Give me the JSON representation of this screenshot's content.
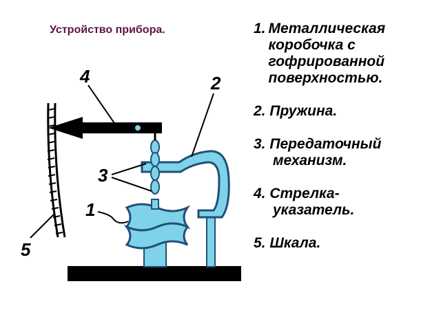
{
  "title": "Устройство прибора.",
  "diagram": {
    "callouts": {
      "box": "1",
      "spring": "2",
      "mechanism": "3",
      "pointer": "4",
      "scale": "5"
    },
    "colors": {
      "metal": "#7fd3e8",
      "outline": "#1f4f78",
      "ink": "#000000"
    }
  },
  "legend": {
    "item1": {
      "number": "1.",
      "lines": [
        "Металлическая",
        "коробочка с",
        "гофрированной",
        "поверхностью."
      ]
    },
    "item2": {
      "line1": "2. Пружина."
    },
    "item3": {
      "line1": "3. Передаточный",
      "line2": "механизм."
    },
    "item4": {
      "line1": "4. Стрелка-",
      "line2": "указатель."
    },
    "item5": {
      "line1": "5. Шкала."
    }
  }
}
